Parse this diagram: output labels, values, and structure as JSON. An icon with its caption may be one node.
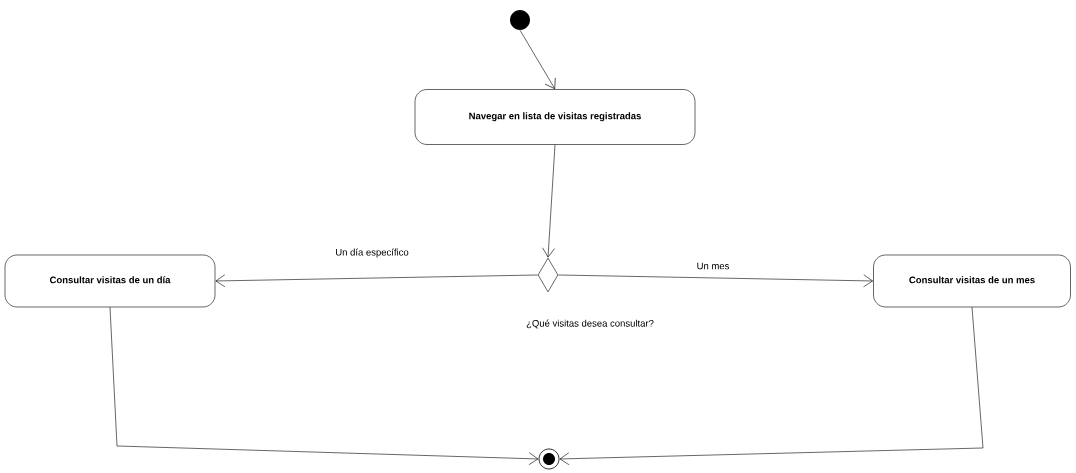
{
  "diagram": {
    "nodes": [
      {
        "text": [],
        "shape": "circle"
      },
      {
        "text": [
          "Navegar en lista de visitas registradas"
        ]
      },
      {
        "text": [],
        "shape": "diamond",
        "beside": [
          "¿Qué visitas desea consultar?"
        ]
      },
      {
        "text": [
          "Consultar visitas de un día"
        ]
      },
      {
        "text": [
          "Consultar visitas de un mes"
        ]
      },
      {
        "text": [],
        "shape": "circle"
      }
    ],
    "edges": [
      {
        "from": 0,
        "to": 1,
        "arrow": "to"
      },
      {
        "from": 1,
        "to": 2,
        "arrow": "to"
      },
      {
        "from": 2,
        "to": 3,
        "arrow": "to",
        "label": "Un día específico"
      },
      {
        "from": 2,
        "to": 4,
        "arrow": "to",
        "label": "Un mes"
      },
      {
        "from": 3,
        "to": 5,
        "arrow": "to"
      },
      {
        "from": 4,
        "to": 5,
        "arrow": "to"
      }
    ]
  }
}
